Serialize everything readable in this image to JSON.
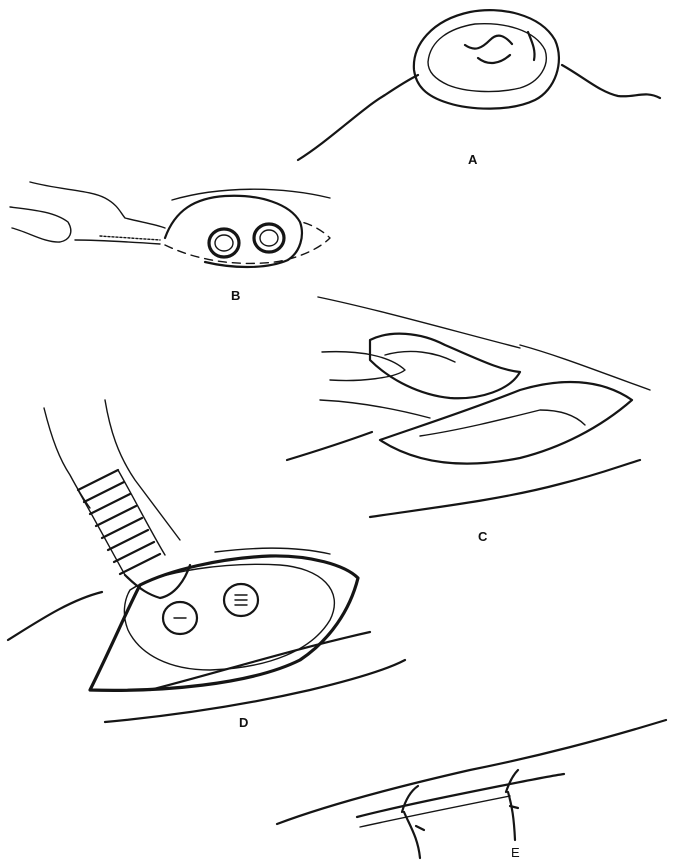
{
  "panels": {
    "a": {
      "label": "A"
    },
    "b": {
      "label": "B"
    },
    "c": {
      "label": "C"
    },
    "d": {
      "label": "D"
    },
    "e": {
      "label": "E"
    }
  },
  "colors": {
    "ink": "#151515",
    "paper": "#ffffff"
  }
}
